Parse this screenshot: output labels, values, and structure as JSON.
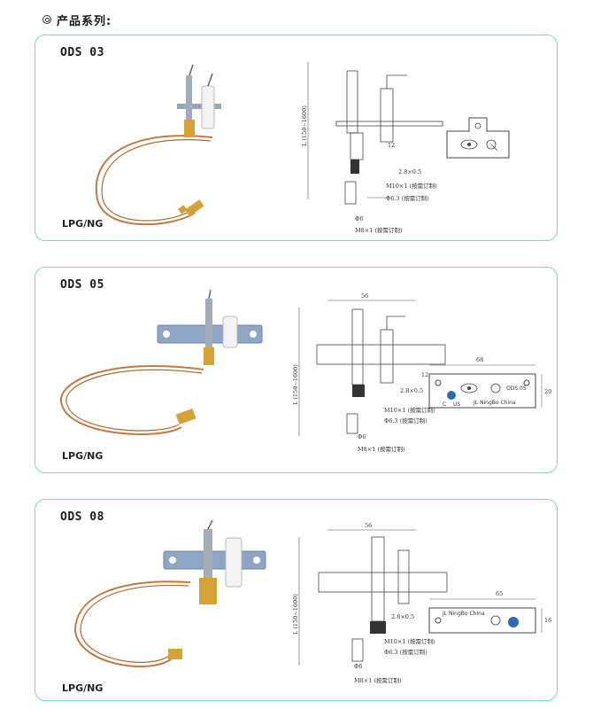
{
  "header": {
    "title": "产品系列:"
  },
  "products": [
    {
      "model": "ODS 03",
      "gas": "LPG/NG",
      "dims": {
        "length": "L (150~1600)",
        "d12": "12",
        "thread_a": "2.8×0.5",
        "m10": "M10×1 (按需订制)",
        "d63": "Φ6.3 (按需订制)",
        "phi6": "Φ6",
        "m8": "M8×1 (按需订制)"
      }
    },
    {
      "model": "ODS 05",
      "gas": "LPG/NG",
      "dims": {
        "width": "56",
        "length": "L (150~1600)",
        "d12": "12",
        "thread_a": "2.8×0.5",
        "m10": "M10×1 (按需订制)",
        "d63": "Φ6.3 (按需订制)",
        "phi6": "Φ6",
        "m8": "M8×1 (按需订制)",
        "bracket_w": "68",
        "bracket_h": "20",
        "label_model": "ODS 05",
        "label_maker": "JL NingBo China",
        "label_c": "C",
        "label_us": "US"
      }
    },
    {
      "model": "ODS 08",
      "gas": "LPG/NG",
      "dims": {
        "width": "56",
        "length": "L (150~1600)",
        "thread_a": "2.8×0.5",
        "m10": "M10×1 (按需订制)",
        "d63": "Φ6.3 (按需订制)",
        "phi6": "Φ6",
        "m8": "M8×1 (按需订制)",
        "bracket_w": "65",
        "bracket_h": "16",
        "label_maker": "JL NingBo China"
      }
    }
  ],
  "colors": {
    "border": "#7fd3d6",
    "copper": "#c27a45",
    "brass": "#d6a236",
    "steel": "#8ea6c4"
  }
}
